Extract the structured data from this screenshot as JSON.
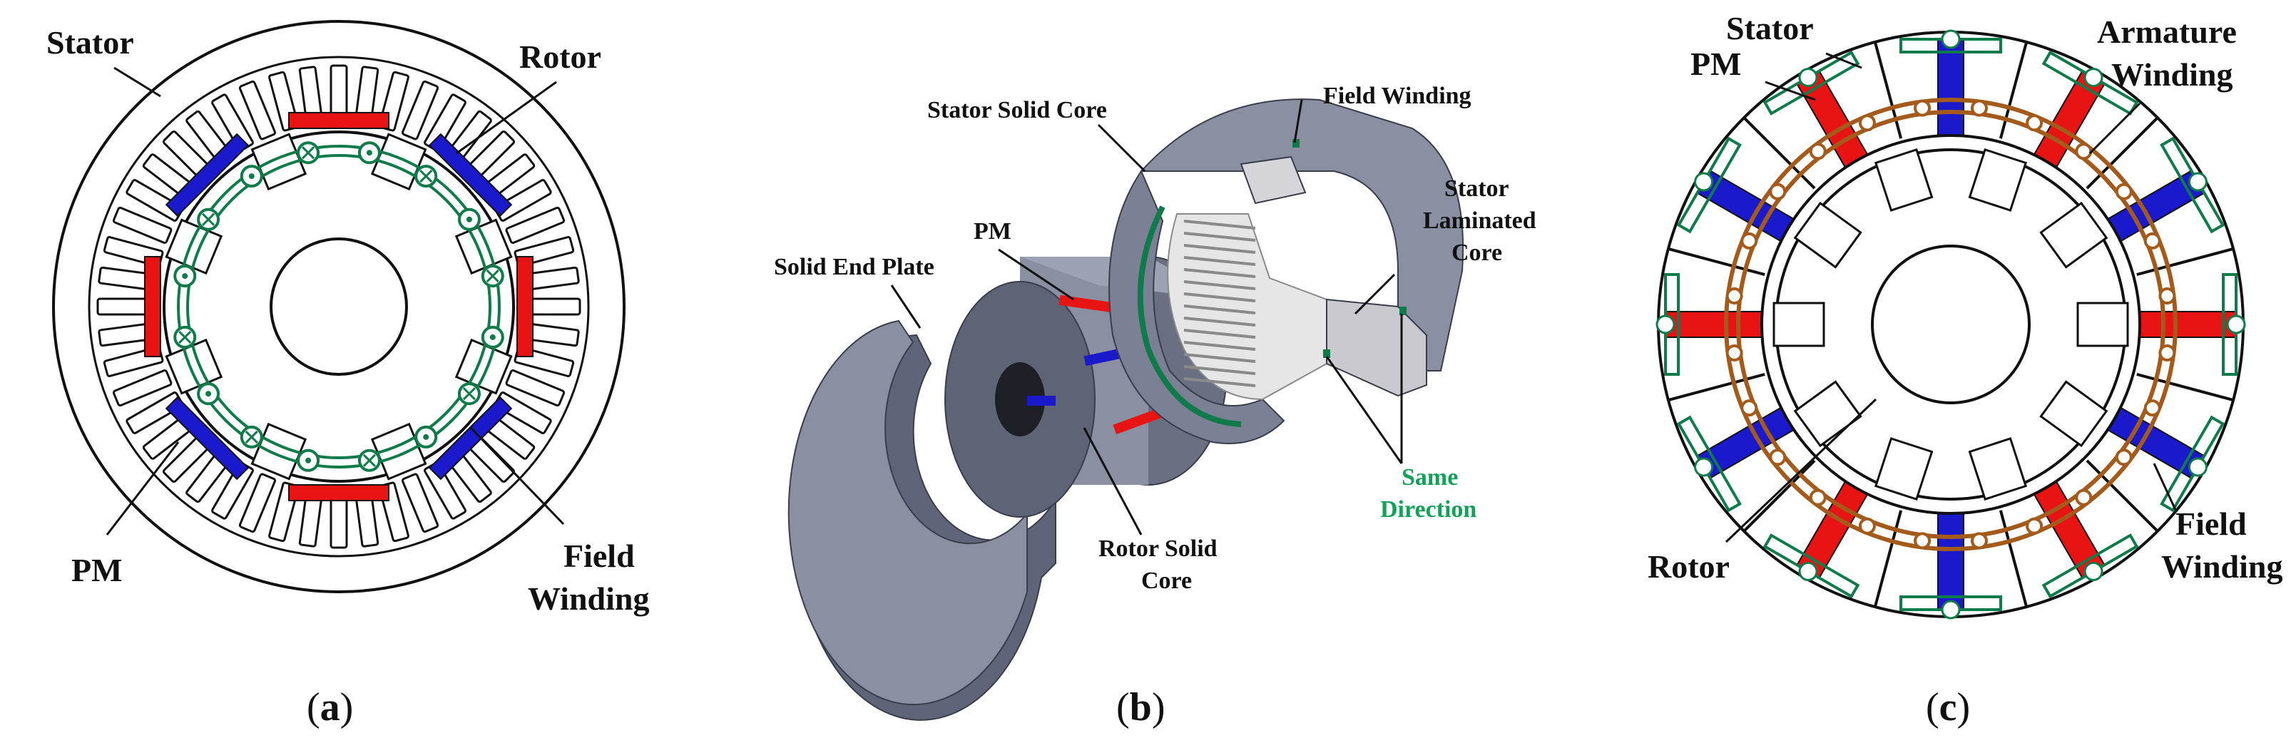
{
  "colors": {
    "pm_red": "#e81414",
    "pm_blue": "#1a1acc",
    "field_winding": "#0f7a4a",
    "armature_winding": "#a35a1a",
    "label_green": "#15a05a",
    "solid_core": "#7c8094"
  },
  "panel_a": {
    "labels": {
      "stator": "Stator",
      "rotor": "Rotor",
      "pm": "PM",
      "field_winding_1": "Field",
      "field_winding_2": "Winding"
    },
    "caption": {
      "open": "(",
      "letter": "a",
      "close": ")"
    }
  },
  "panel_b": {
    "labels": {
      "stator_solid_core": "Stator Solid Core",
      "field_winding": "Field Winding",
      "stator_laminated_1": "Stator",
      "stator_laminated_2": "Laminated",
      "stator_laminated_3": "Core",
      "pm": "PM",
      "solid_end_plate": "Solid End Plate",
      "rotor_solid_1": "Rotor Solid",
      "rotor_solid_2": "Core",
      "same_direction_1": "Same",
      "same_direction_2": "Direction"
    },
    "caption": {
      "open": "(",
      "letter": "b",
      "close": ")"
    }
  },
  "panel_c": {
    "labels": {
      "stator": "Stator",
      "pm": "PM",
      "armature_1": "Armature",
      "armature_2": "Winding",
      "rotor": "Rotor",
      "field_winding_1": "Field",
      "field_winding_2": "Winding"
    },
    "caption": {
      "open": "(",
      "letter": "c",
      "close": ")"
    }
  }
}
